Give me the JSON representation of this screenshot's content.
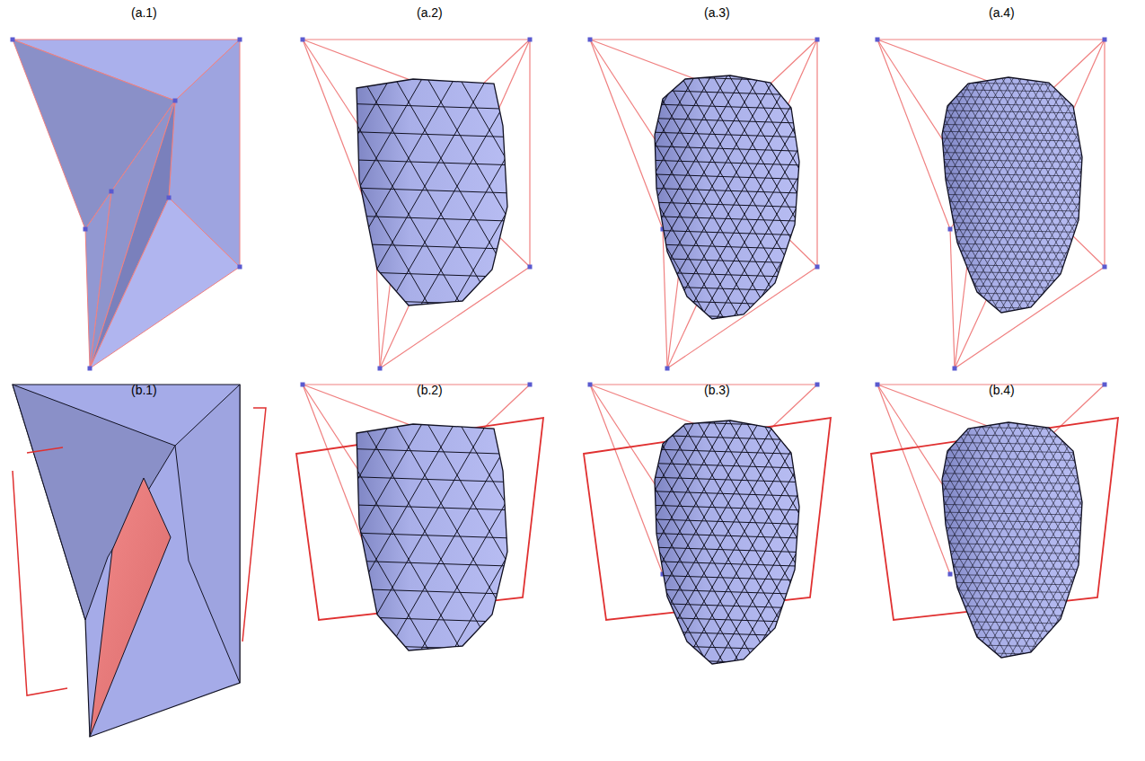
{
  "diagram": {
    "labels": [
      "(a.1)",
      "(a.2)",
      "(a.3)",
      "(a.4)",
      "(b.1)",
      "(b.2)",
      "(b.3)",
      "(b.4)"
    ]
  }
}
